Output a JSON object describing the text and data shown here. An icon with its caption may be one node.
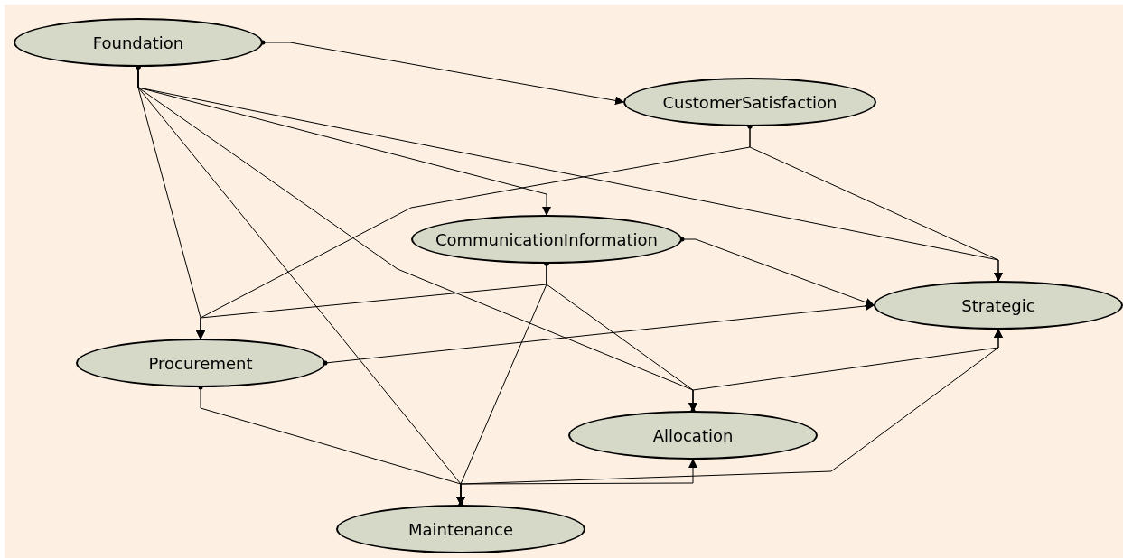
{
  "diagram": {
    "nodes": [
      {
        "text": [
          "Foundation"
        ]
      },
      {
        "text": [
          "CustomerSatisfaction"
        ]
      },
      {
        "text": [
          "CommunicationInformation"
        ]
      },
      {
        "text": [
          "Strategic"
        ]
      },
      {
        "text": [
          "Procurement"
        ]
      },
      {
        "text": [
          "Allocation"
        ]
      },
      {
        "text": [
          "Maintenance"
        ]
      }
    ],
    "edges": [
      {
        "from": 0,
        "to": 1,
        "arrow": "to"
      },
      {
        "from": 0,
        "to": 4,
        "arrow": "to"
      },
      {
        "from": 0,
        "to": 6,
        "arrow": "to"
      },
      {
        "from": 0,
        "to": 5,
        "arrow": "to"
      },
      {
        "from": 0,
        "to": 2,
        "arrow": "to"
      },
      {
        "from": 0,
        "to": 3,
        "arrow": "to"
      },
      {
        "from": 1,
        "to": 4,
        "arrow": "to"
      },
      {
        "from": 1,
        "to": 3,
        "arrow": "to"
      },
      {
        "from": 2,
        "to": 3,
        "arrow": "to"
      },
      {
        "from": 2,
        "to": 4,
        "arrow": "to"
      },
      {
        "from": 2,
        "to": 6,
        "arrow": "to"
      },
      {
        "from": 2,
        "to": 5,
        "arrow": "to"
      },
      {
        "from": 4,
        "to": 3,
        "arrow": "to"
      },
      {
        "from": 4,
        "to": 6,
        "arrow": "to"
      },
      {
        "from": 6,
        "to": 5,
        "arrow": "to"
      },
      {
        "from": 6,
        "to": 3,
        "arrow": "to"
      },
      {
        "from": 5,
        "to": 3,
        "arrow": "to"
      }
    ]
  }
}
